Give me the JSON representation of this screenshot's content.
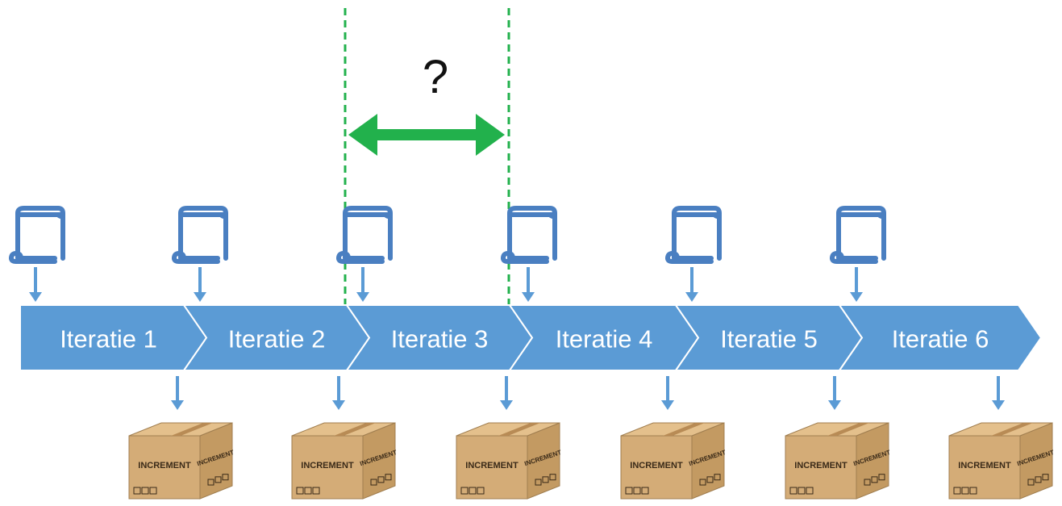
{
  "diagram": {
    "question_mark": "?",
    "iterations": [
      {
        "label": "Iteratie 1"
      },
      {
        "label": "Iteratie 2"
      },
      {
        "label": "Iteratie 3"
      },
      {
        "label": "Iteratie 4"
      },
      {
        "label": "Iteratie 5"
      },
      {
        "label": "Iteratie 6"
      }
    ],
    "box_label": "INCREMENT",
    "icons": {
      "input": "scroll-icon",
      "output": "cardboard-box-icon",
      "interval": "double-headed-arrow-icon"
    },
    "colors": {
      "chevron": "#5B9BD5",
      "chevron_border": "#ffffff",
      "label_text": "#ffffff",
      "scroll": "#4A7FC1",
      "small_arrow": "#5B9BD5",
      "interval_arrow": "#22B14C",
      "guide_line": "#22B14C",
      "box_front": "#D4AC77",
      "box_side": "#C39A62",
      "box_top": "#E4C08C",
      "box_tape": "#B88B55",
      "box_text": "#3A2A18"
    }
  }
}
